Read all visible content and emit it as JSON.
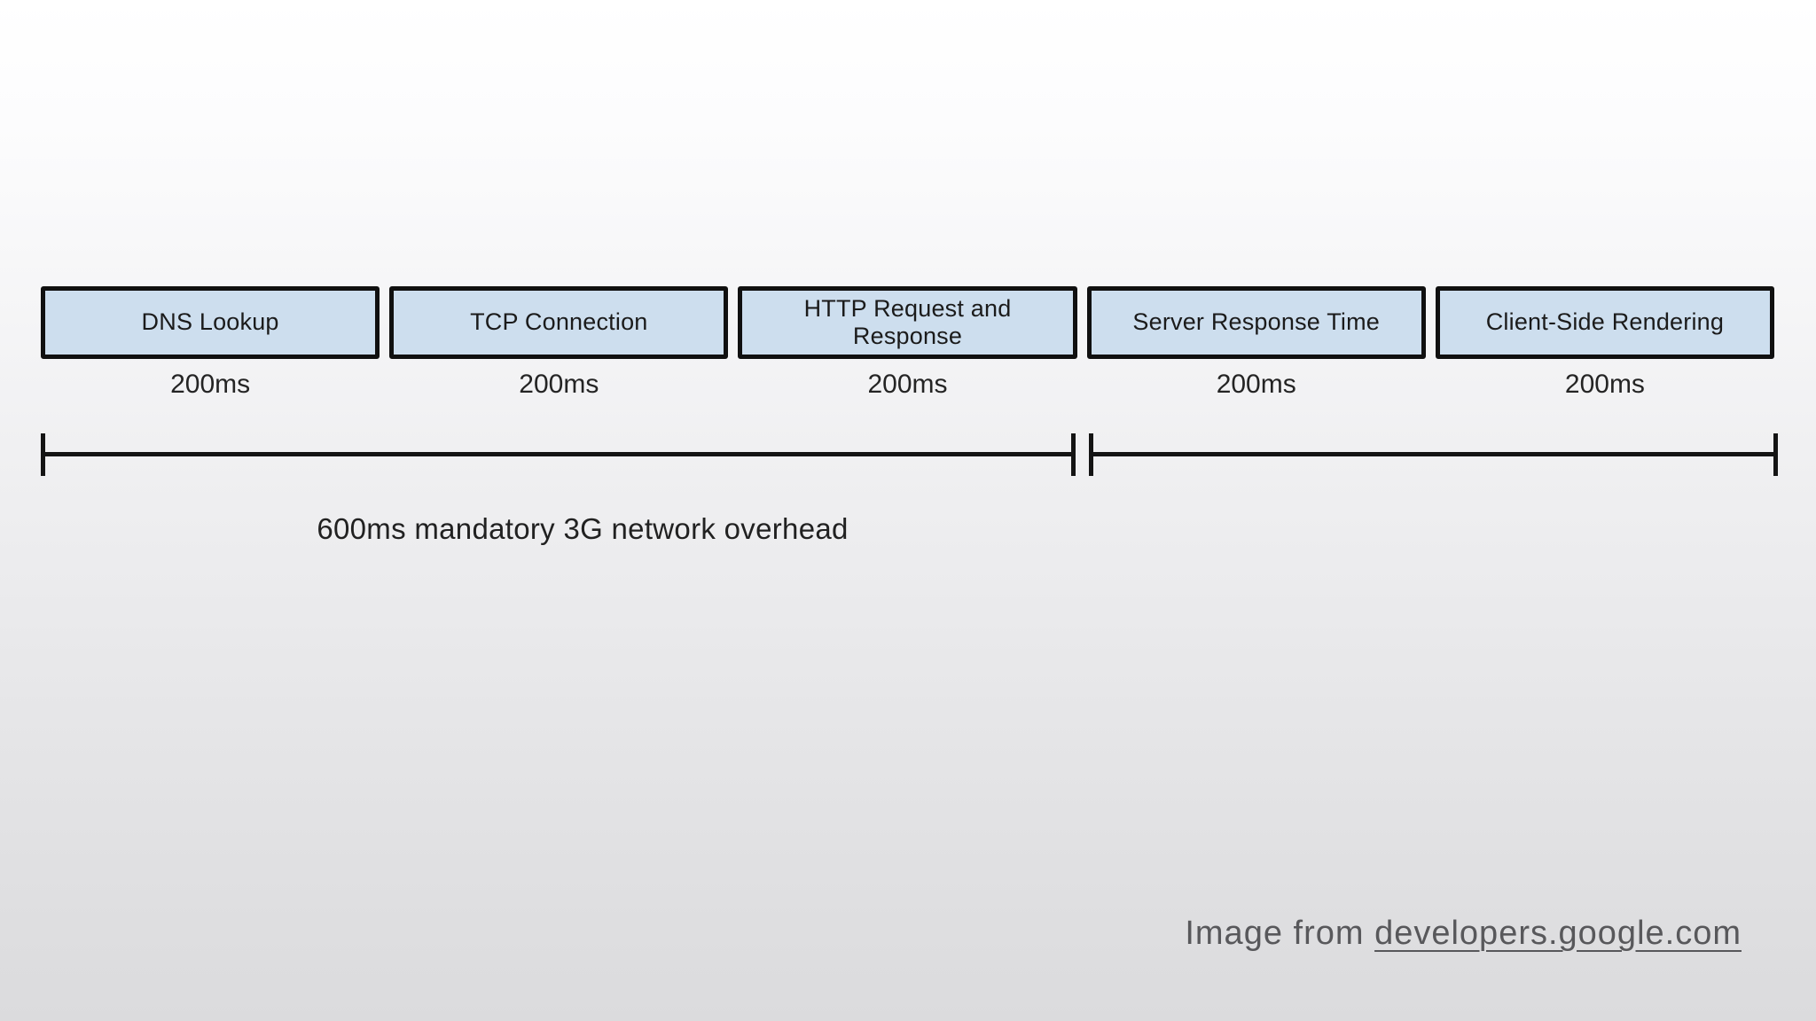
{
  "page": {
    "background_top": "#ffffff",
    "background_bottom": "#dbdbdd"
  },
  "diagram": {
    "phases": [
      {
        "label": "DNS Lookup",
        "duration": "200ms"
      },
      {
        "label": "TCP Connection",
        "duration": "200ms"
      },
      {
        "label": "HTTP Request and\nResponse",
        "duration": "200ms"
      },
      {
        "label": "Server Response Time",
        "duration": "200ms"
      },
      {
        "label": "Client-Side Rendering",
        "duration": "200ms"
      }
    ],
    "box_fill_color": "#cddeee",
    "box_border_color": "#101010",
    "line_color": "#141414",
    "caption": "600ms mandatory 3G network overhead"
  },
  "attribution": {
    "prefix": "Image from ",
    "link_text": "developers.google.com",
    "text_color": "#58585b"
  }
}
